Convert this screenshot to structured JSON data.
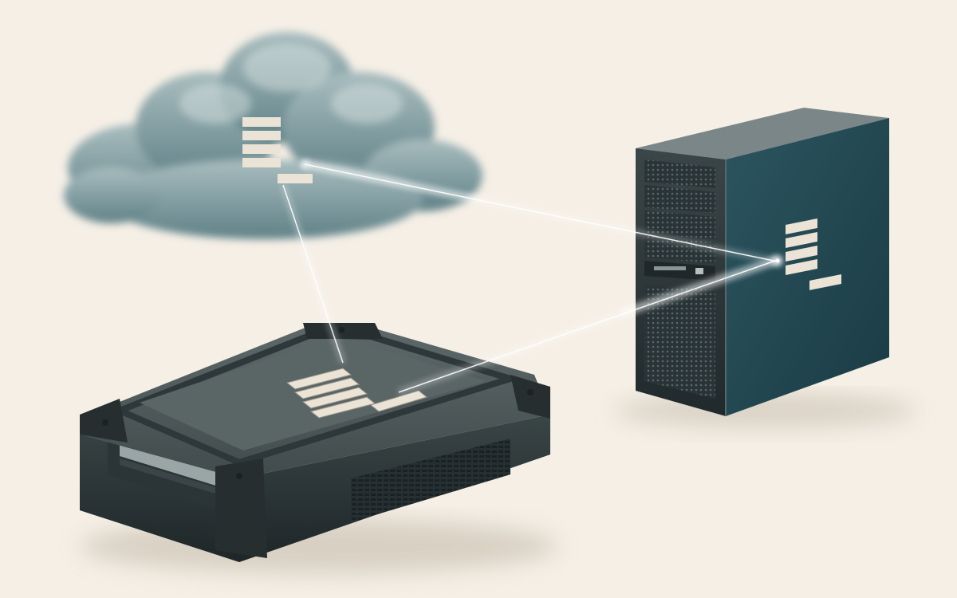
{
  "scene": {
    "palette": {
      "background": "#f5efe6",
      "teal_dark": "#1f3f47",
      "teal_mid": "#3d6670",
      "slate": "#4f5a5d",
      "slate_dark": "#2f3739",
      "cloud": "#7f9ea2",
      "logo_fill": "#ebe3d6",
      "beam": "#ffffff"
    },
    "objects": [
      {
        "name": "cloud",
        "logo": "stacked-bars-logo"
      },
      {
        "name": "tower-server",
        "logo": "stacked-bars-logo"
      },
      {
        "name": "rugged-portable-device",
        "logo": "stacked-bars-logo"
      }
    ],
    "connections": [
      {
        "from": "cloud",
        "to": "tower-server"
      },
      {
        "from": "cloud",
        "to": "rugged-portable-device"
      },
      {
        "from": "rugged-portable-device",
        "to": "tower-server"
      }
    ]
  }
}
